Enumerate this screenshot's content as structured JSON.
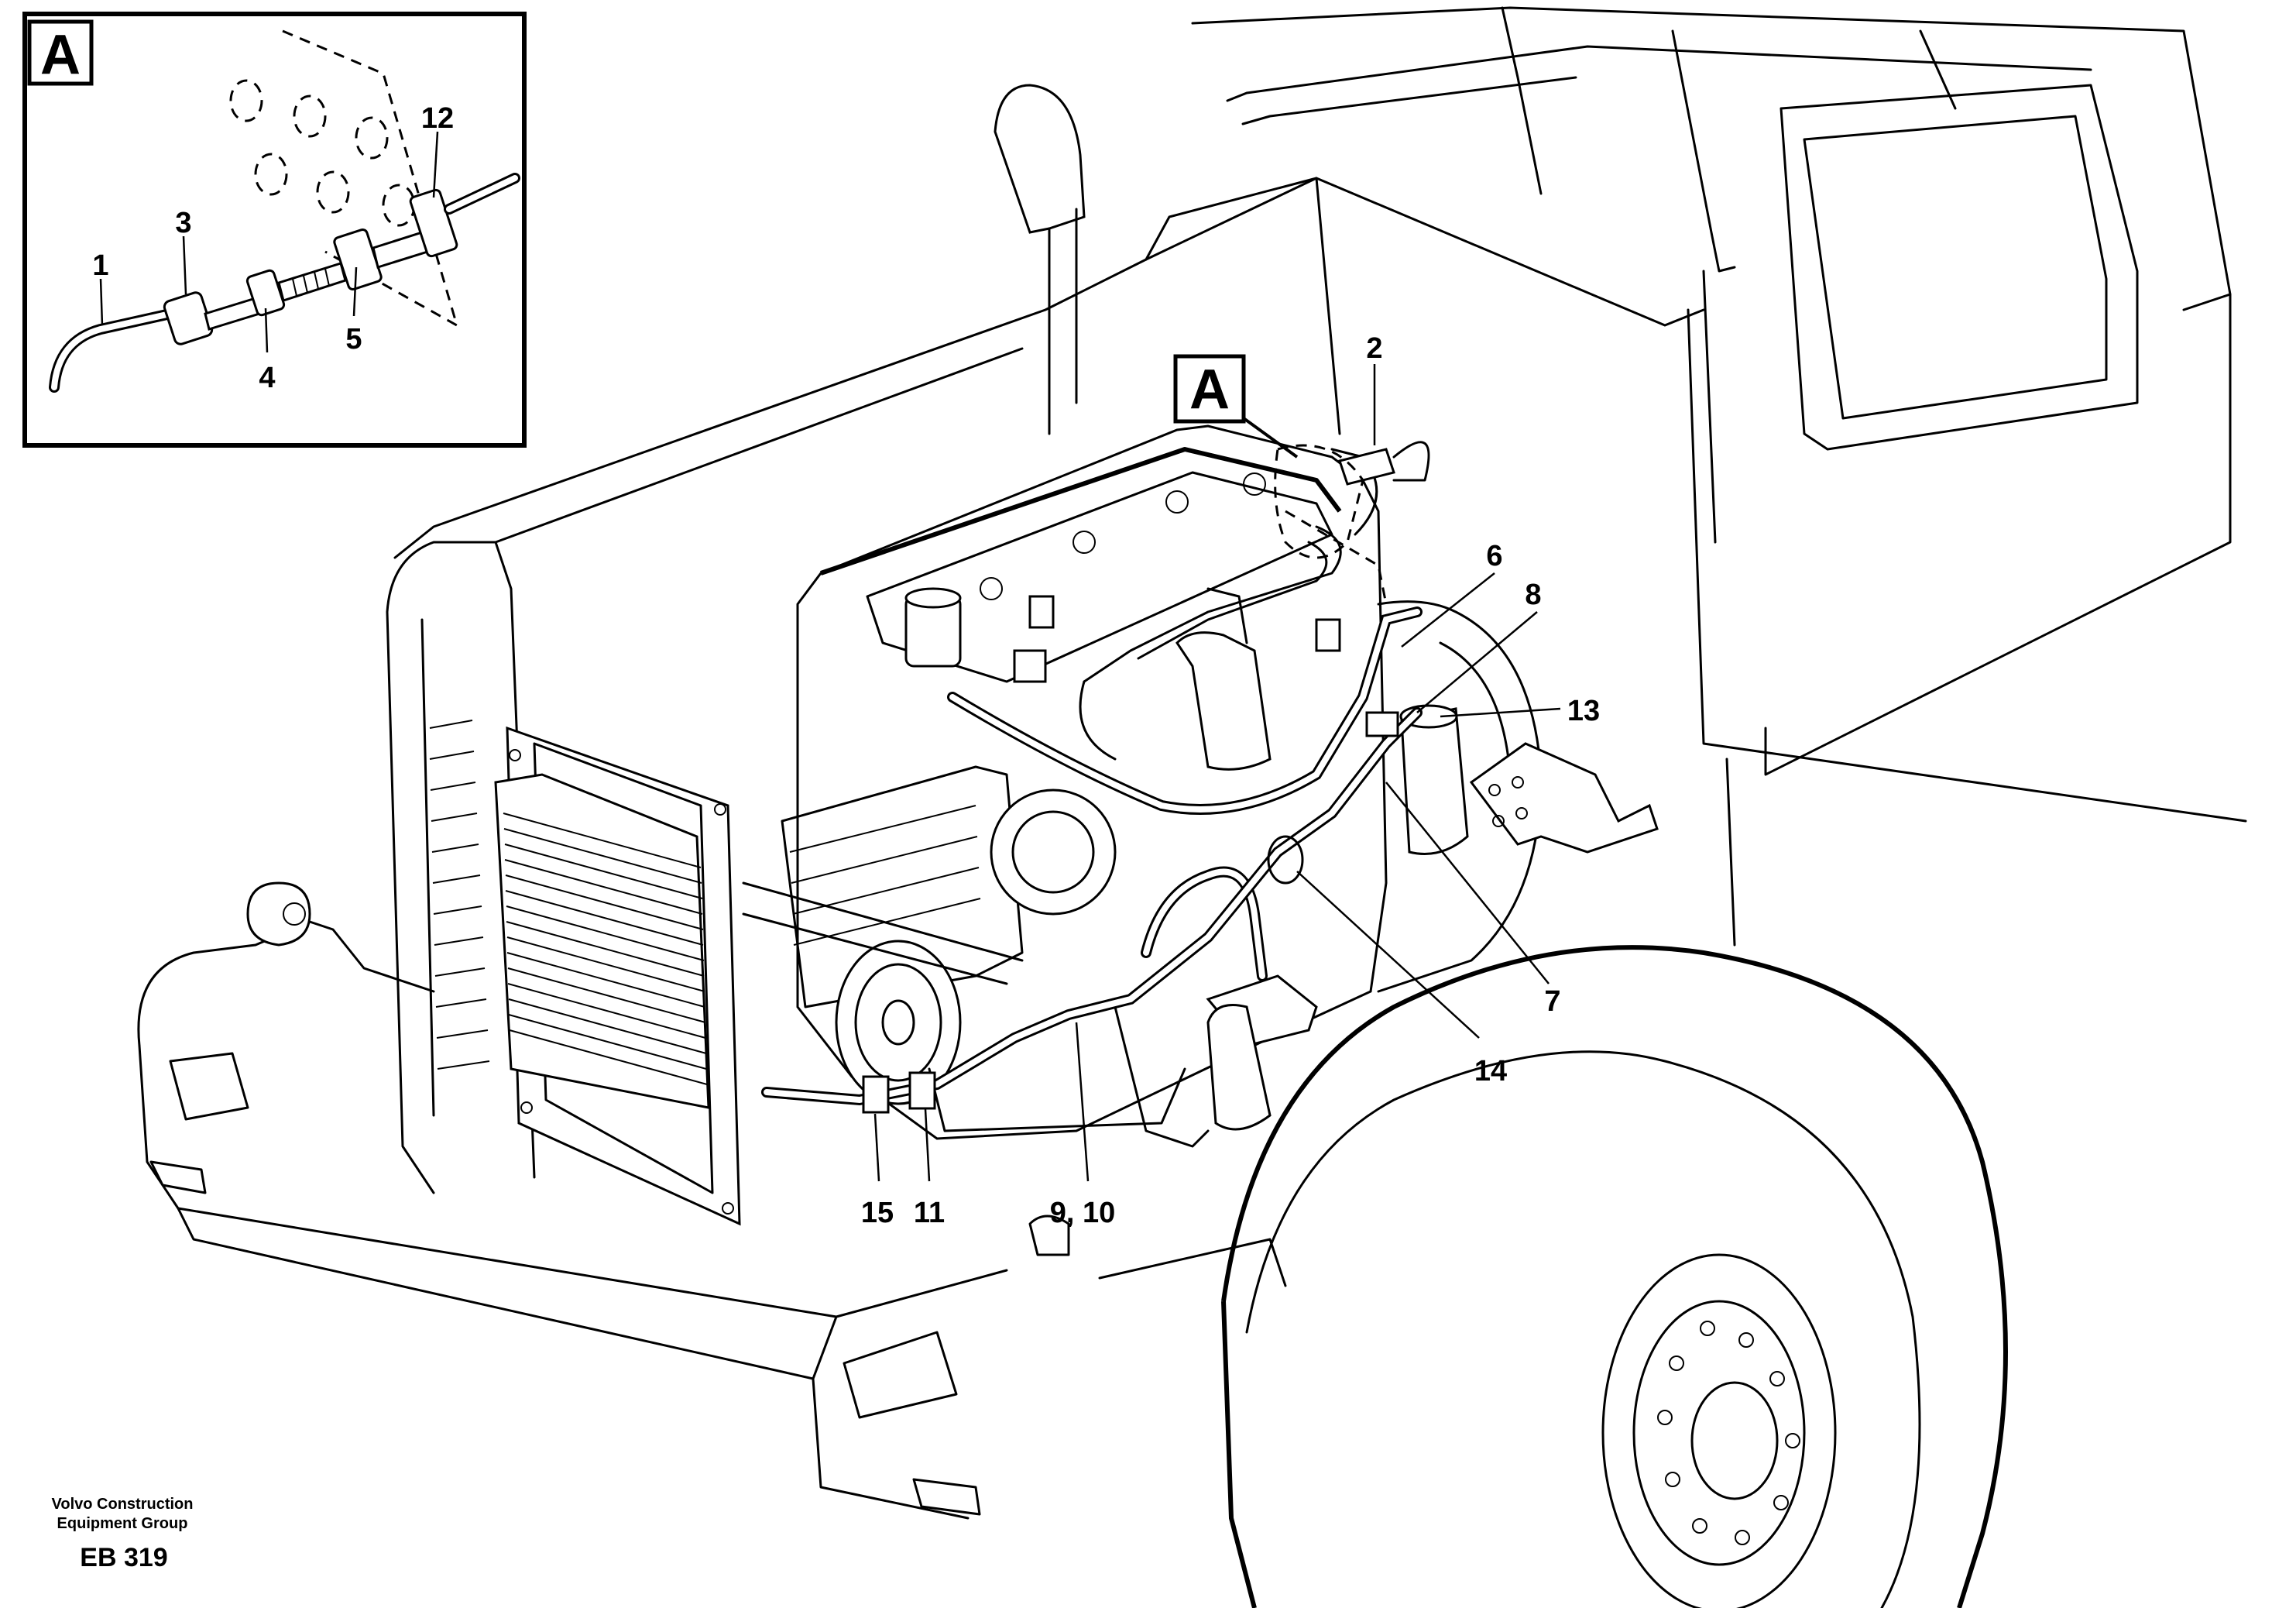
{
  "detail_view": {
    "label": "A"
  },
  "main_view": {
    "detail_ref_label": "A"
  },
  "callouts": {
    "c1": "1",
    "c2": "2",
    "c3": "3",
    "c4": "4",
    "c5": "5",
    "c6": "6",
    "c7": "7",
    "c8": "8",
    "c9_10": "9, 10",
    "c11": "11",
    "c12": "12",
    "c13": "13",
    "c14": "14",
    "c15": "15"
  },
  "footer": {
    "company_line1": "Volvo Construction",
    "company_line2": "Equipment Group",
    "code": "EB 319"
  }
}
